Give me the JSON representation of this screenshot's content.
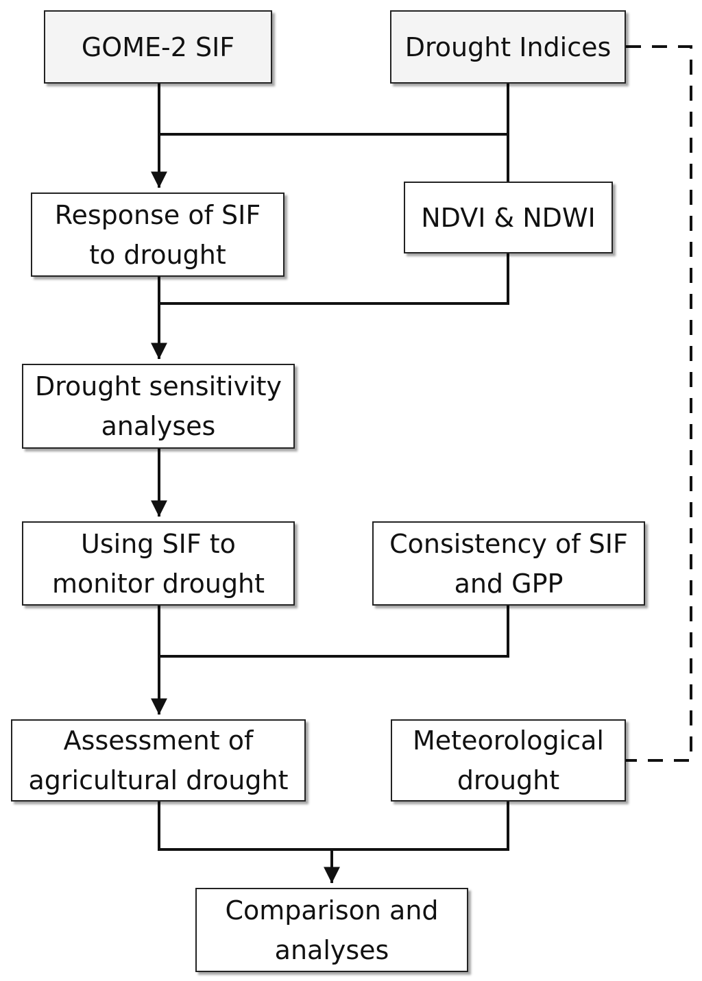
{
  "nodes": {
    "gome": "GOME-2 SIF",
    "indices": "Drought Indices",
    "response": "Response of SIF\nto drought",
    "ndvi": "NDVI & NDWI",
    "sensitivity": "Drought sensitivity\nanalyses",
    "monitor": "Using SIF to\nmonitor drought",
    "consistency": "Consistency of SIF\nand GPP",
    "agricultural": "Assessment of\nagricultural drought",
    "meteorological": "Meteorological\ndrought",
    "comparison": "Comparison and\nanalyses"
  },
  "colors": {
    "line": "#111111",
    "box_border": "#222222"
  }
}
